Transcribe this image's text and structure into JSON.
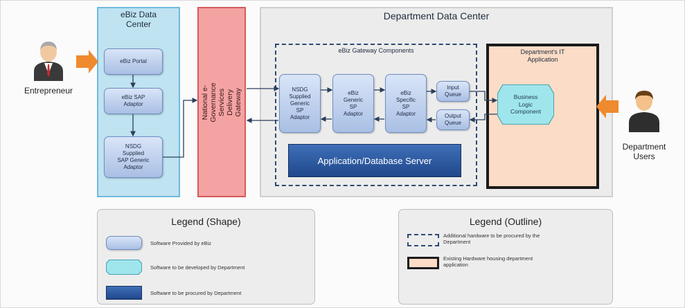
{
  "actors": {
    "entrepreneur": "Entrepreneur",
    "department_users": "Department\nUsers"
  },
  "ebiz_dc": {
    "title": "eBiz Data\nCenter",
    "portal": "eBiz Portal",
    "sap_adaptor": "eBiz SAP\nAdaptor",
    "nsdg_generic_adaptor": "NSDG\nSupplied\nSAP Generic\nAdaptor"
  },
  "nsdg_gateway": "National e-Governance Services Delivery\nGateway",
  "department_dc": {
    "title": "Department Data Center",
    "gateway_components_title": "eBiz Gateway Components",
    "nsdg_sp_adaptor": "NSDG\nSupplied\nGeneric\nSP\nAdaptor",
    "generic_sp_adaptor": "eBiz\nGeneric\nSP\nAdaptor",
    "specific_sp_adaptor": "eBiz\nSpecific\nSP\nAdaptor",
    "input_queue": "Input\nQueue",
    "output_queue": "Output\nQueue",
    "server": "Application/Database Server",
    "it_app_title": "Department's IT\nApplication",
    "business_logic": "Business\nLogic\nComponent"
  },
  "legend_shape": {
    "title": "Legend (Shape)",
    "items": [
      "Software Provided by eBiz",
      "Software to be developed by Department",
      "Software to be procured by Department"
    ]
  },
  "legend_outline": {
    "title": "Legend (Outline)",
    "items": [
      "Additional hardware to be procured by the\nDepartment",
      "Existing Hardware housing department\napplication"
    ]
  },
  "colors": {
    "ebiz_bg": "#bfe3f1",
    "nsdg_bg": "#f4a3a3",
    "dept_bg": "#ececec",
    "it_app_bg": "#fbdcc6",
    "arrow_orange": "#ef8a2e",
    "server_blue": "#2a5598"
  }
}
